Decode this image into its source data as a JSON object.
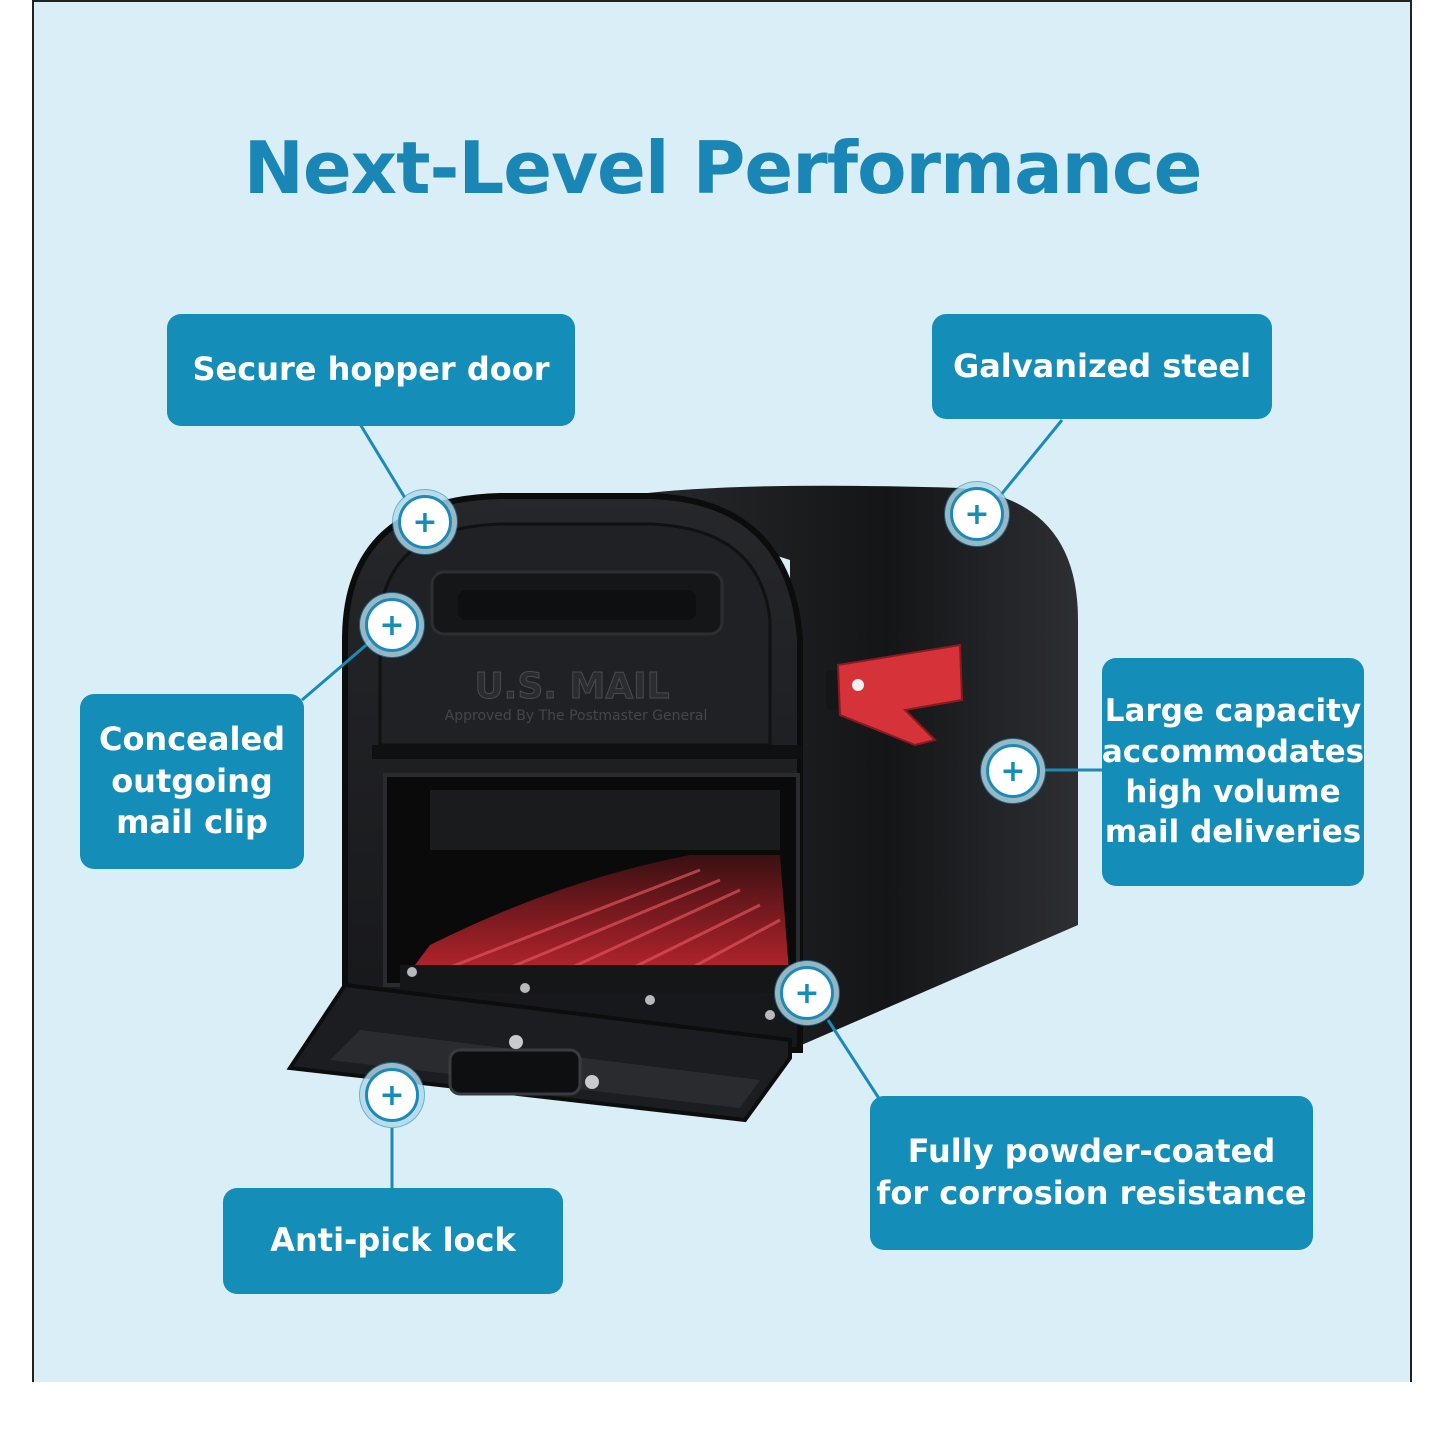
{
  "title": "Next-Level Performance",
  "mailbox": {
    "stamp": "U.S. MAIL",
    "stamp_sub": "Approved By The Postmaster General"
  },
  "callouts": {
    "hopper": "Secure hopper door",
    "steel": "Galvanized steel",
    "clip": "Concealed\noutgoing\nmail clip",
    "capacity": "Large capacity\naccommodates\nhigh volume\nmail deliveries",
    "coating": "Fully powder-coated\nfor corrosion resistance",
    "lock": "Anti-pick lock"
  },
  "hotspot_glyph": "+",
  "colors": {
    "background": "#daeef7",
    "title": "#1a86b5",
    "callout": "#148eb9",
    "mailbox": "#1b1c1e",
    "flag": "#d6323a",
    "floor": "#c3262f"
  }
}
